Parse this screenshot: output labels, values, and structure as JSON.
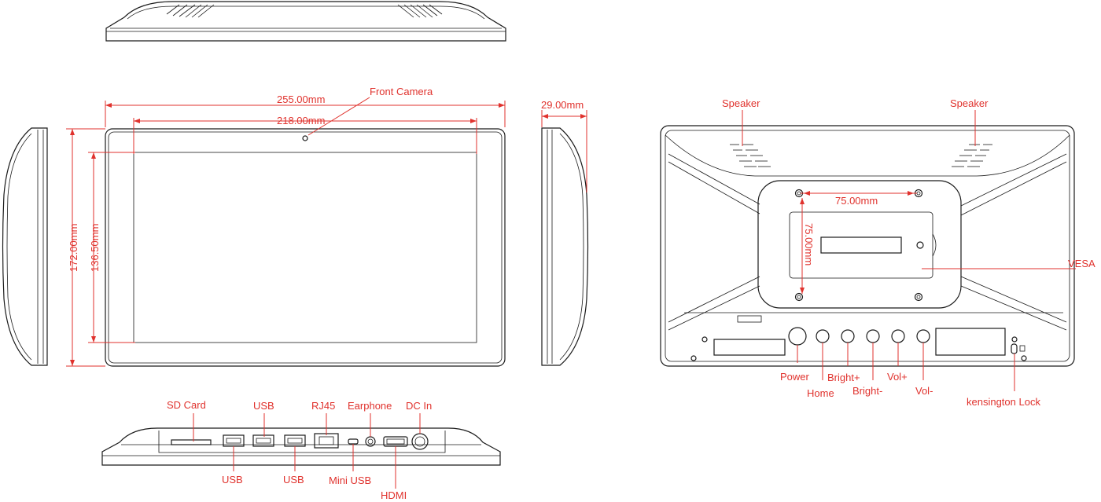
{
  "dimensions": {
    "overall_width": "255.00mm",
    "screen_width": "218.00mm",
    "overall_height": "172.00mm",
    "screen_height": "136.50mm",
    "depth": "29.00mm",
    "vesa_h": "75.00mm",
    "vesa_v": "75.00mm"
  },
  "front_labels": {
    "front_camera": "Front Camera"
  },
  "back_labels": {
    "speaker_left": "Speaker",
    "speaker_right": "Speaker",
    "vesa": "VESA",
    "power": "Power",
    "home": "Home",
    "bright_plus": "Bright+",
    "bright_minus": "Bright-",
    "vol_plus": "Vol+",
    "vol_minus": "Vol-",
    "kensington": "kensington Lock"
  },
  "bottom_labels": {
    "sd_card": "SD Card",
    "usb_top": "USB",
    "rj45": "RJ45",
    "earphone": "Earphone",
    "dc_in": "DC In",
    "usb_bottom_1": "USB",
    "usb_bottom_2": "USB",
    "mini_usb": "Mini USB",
    "hdmi": "HDMI"
  },
  "colors": {
    "annotation": "#e0322d",
    "outline": "#1a1a1a"
  }
}
